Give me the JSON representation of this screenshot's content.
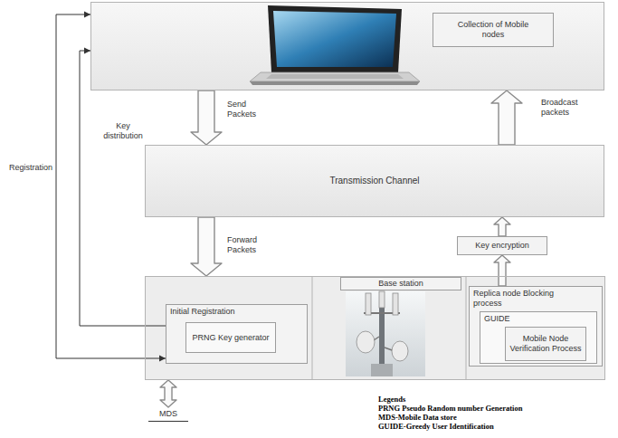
{
  "diagram": {
    "nodes": [
      {
        "text": []
      },
      {
        "text": [
          "Collection of Mobile nodes"
        ],
        "in": 0
      },
      {
        "text": [
          "Transmission Channel"
        ]
      },
      {
        "text": [
          "Key encryption"
        ]
      },
      {
        "text": []
      },
      {
        "text": [
          "Initial Registration"
        ],
        "in": 4
      },
      {
        "text": [
          "PRNG Key generator"
        ],
        "in": 5
      },
      {
        "text": [
          "Base station"
        ],
        "in": 4
      },
      {
        "text": [
          "Replica node Blocking process"
        ],
        "in": 4
      },
      {
        "text": [
          "GUIDE"
        ],
        "in": 8
      },
      {
        "text": [
          "Mobile Node Verification Process"
        ],
        "in": 9
      },
      {
        "text": [
          "MDS"
        ]
      }
    ],
    "edges": [
      {
        "from": 0,
        "to": 5,
        "arrow": "both",
        "label": "Registration"
      },
      {
        "from": 5,
        "to": 0,
        "arrow": "to",
        "label": "Key distribution"
      },
      {
        "from": 0,
        "to": 2,
        "arrow": "to",
        "label": "Send Packets"
      },
      {
        "from": 2,
        "to": 4,
        "arrow": "to",
        "label": "Forward Packets"
      },
      {
        "from": 8,
        "to": 3,
        "arrow": "to"
      },
      {
        "from": 3,
        "to": 2,
        "arrow": "to"
      },
      {
        "from": 2,
        "to": 0,
        "arrow": "to",
        "label": "Broadcast packets"
      },
      {
        "from": 4,
        "to": 11,
        "arrow": "both"
      }
    ],
    "labels": [
      "Legends",
      "PRNG Pseudo Random number Generation",
      "MDS-Mobile Data store",
      "GUIDE-Greedy User Identification"
    ]
  }
}
